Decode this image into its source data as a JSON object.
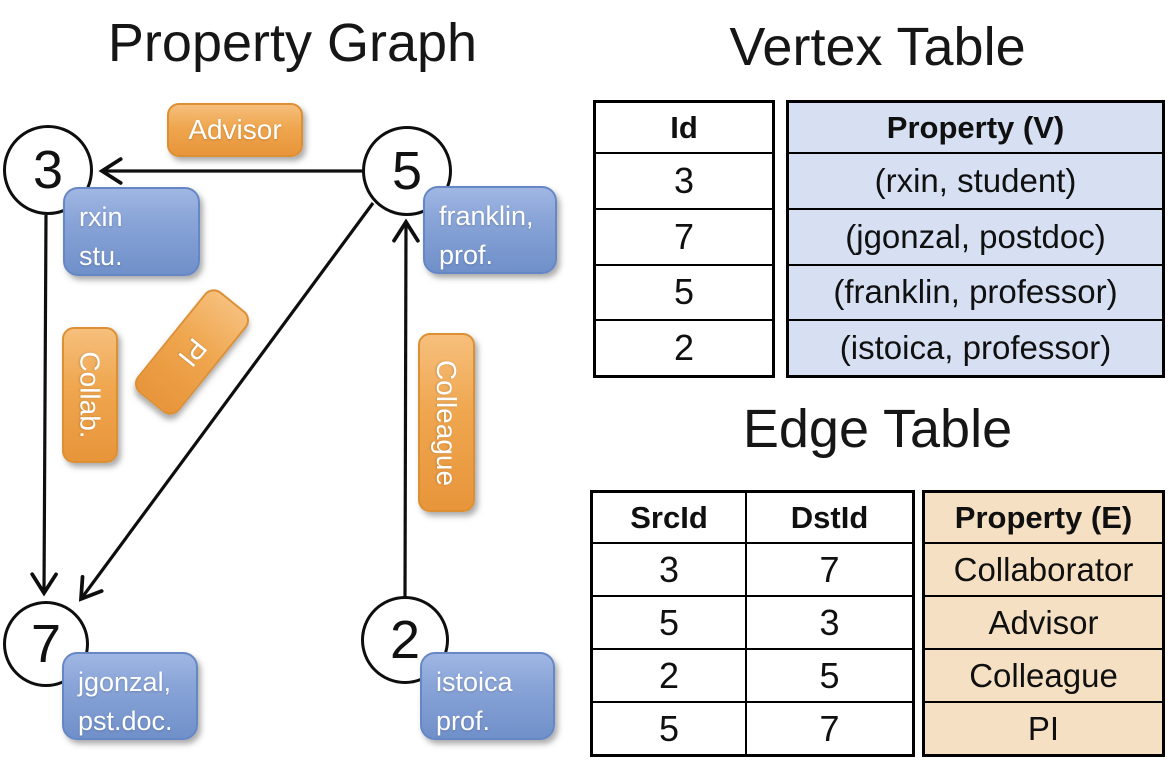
{
  "graph": {
    "title": "Property Graph",
    "vertices": [
      {
        "id": "3",
        "label_lines": [
          "rxin",
          "stu."
        ]
      },
      {
        "id": "5",
        "label_lines": [
          "franklin,",
          "prof."
        ]
      },
      {
        "id": "7",
        "label_lines": [
          "jgonzal,",
          "pst.doc."
        ]
      },
      {
        "id": "2",
        "label_lines": [
          "istoica",
          "prof."
        ]
      }
    ],
    "edges": [
      {
        "from": "5",
        "to": "3",
        "label": "Advisor"
      },
      {
        "from": "3",
        "to": "7",
        "label": "Collab."
      },
      {
        "from": "5",
        "to": "7",
        "label": "PI"
      },
      {
        "from": "2",
        "to": "5",
        "label": "Colleague"
      }
    ]
  },
  "vertex_table": {
    "title": "Vertex Table",
    "headers": [
      "Id",
      "Property (V)"
    ],
    "rows": [
      [
        "3",
        "(rxin, student)"
      ],
      [
        "7",
        "(jgonzal, postdoc)"
      ],
      [
        "5",
        "(franklin, professor)"
      ],
      [
        "2",
        "(istoica, professor)"
      ]
    ]
  },
  "edge_table": {
    "title": "Edge Table",
    "headers": [
      "SrcId",
      "DstId",
      "Property (E)"
    ],
    "rows": [
      [
        "3",
        "7",
        "Collaborator"
      ],
      [
        "5",
        "3",
        "Advisor"
      ],
      [
        "2",
        "5",
        "Colleague"
      ],
      [
        "5",
        "7",
        "PI"
      ]
    ]
  },
  "colors": {
    "edge_label_orange": "#EFA64E",
    "vertex_label_blue": "#8AA5D8",
    "vertex_property_fill": "#D6E0F2",
    "edge_property_fill": "#F6E0C4",
    "line_black": "#0E0E0E"
  }
}
